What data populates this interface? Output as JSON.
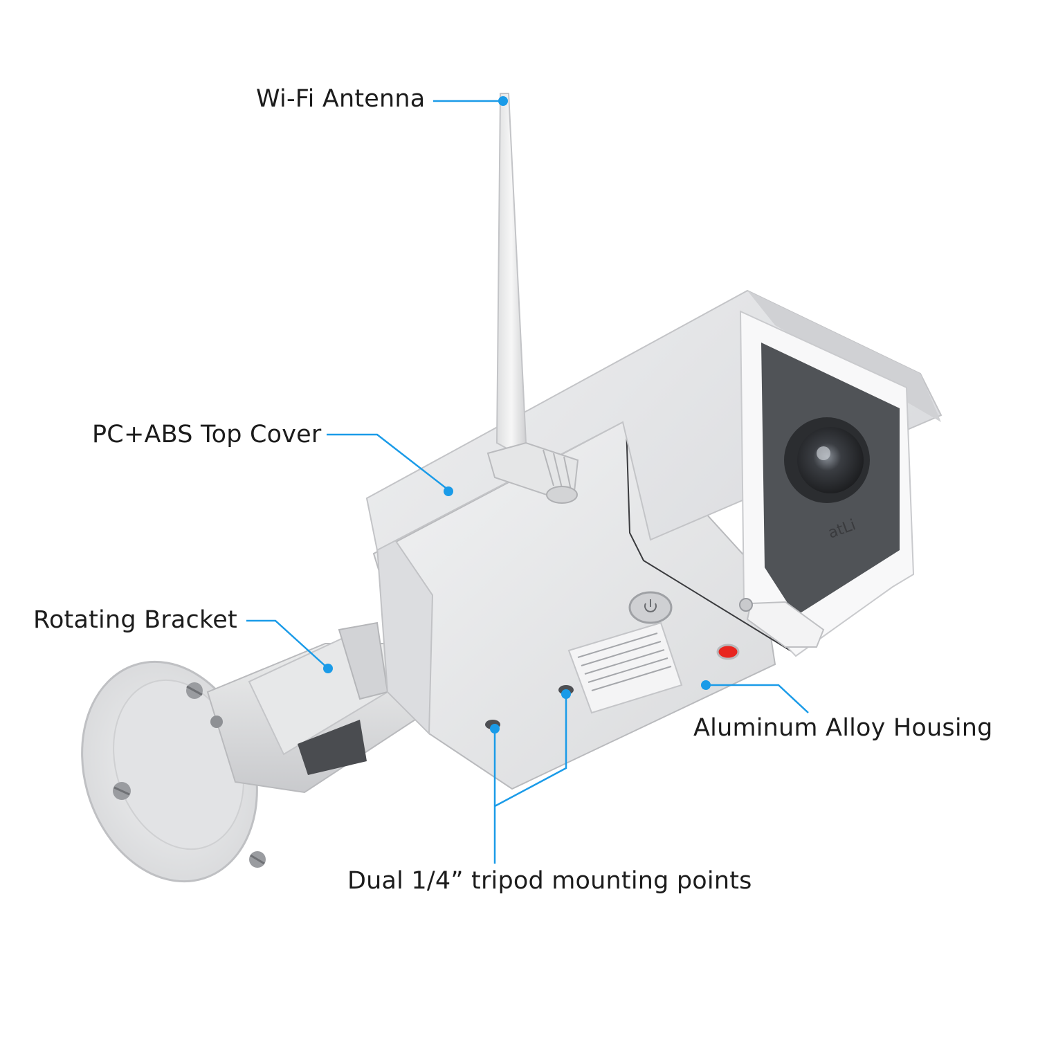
{
  "callouts": {
    "wifi_antenna": "Wi-Fi Antenna",
    "top_cover": "PC+ABS Top Cover",
    "rotating_bracket": "Rotating Bracket",
    "housing": "Aluminum Alloy Housing",
    "tripod_points": "Dual 1/4” tripod mounting points"
  },
  "camera": {
    "brand": "ATLi"
  },
  "colors": {
    "accent": "#1a9be8",
    "body": "#e6e7e9",
    "led": "#e8251f",
    "lens_frame": "#55585c"
  },
  "icons": {
    "power_button": "power-icon",
    "status_led": "led-icon"
  }
}
